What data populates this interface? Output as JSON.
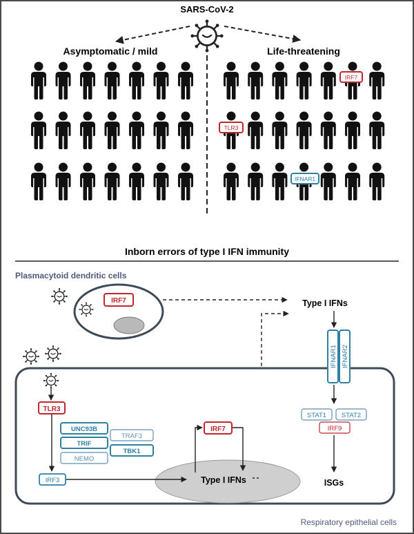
{
  "top": {
    "virus_label": "SARS-CoV-2",
    "left_group_label": "Asymptomatic / mild",
    "right_group_label": "Life-threatening",
    "gene_tags": {
      "irf7": "IRF7",
      "tlr3": "TLR3",
      "ifnar1": "IFNAR1"
    }
  },
  "section_title": "Inborn errors of type I IFN immunity",
  "pdc": {
    "label": "Plasmacytoid dendritic cells",
    "irf7": "IRF7",
    "output": "Type I IFNs"
  },
  "receptors": {
    "r1": "IFNAR1",
    "r2": "IFNAR2"
  },
  "epithelial": {
    "label": "Respiratory epithelial cells",
    "tlr3": "TLR3",
    "unc93b": "UNC93B",
    "trif": "TRIF",
    "nemo": "NEMO",
    "traf3": "TRAF3",
    "tbk1": "TBK1",
    "irf3": "IRF3",
    "irf7": "IRF7",
    "nucleus_ifn": "Type I IFNs",
    "stat1": "STAT1",
    "stat2": "STAT2",
    "irf9": "IRF9",
    "isgs": "ISGs"
  },
  "colors": {
    "border": "#4a4a4a",
    "cell_outline": "#3e4a55",
    "red_tag": "#c0262d",
    "blue_tag": "#2f7fa3",
    "nucleus_fill": "#cfcfcf",
    "pdc_label": "#4e5a78",
    "light_blue_text": "#5d8fb0"
  }
}
